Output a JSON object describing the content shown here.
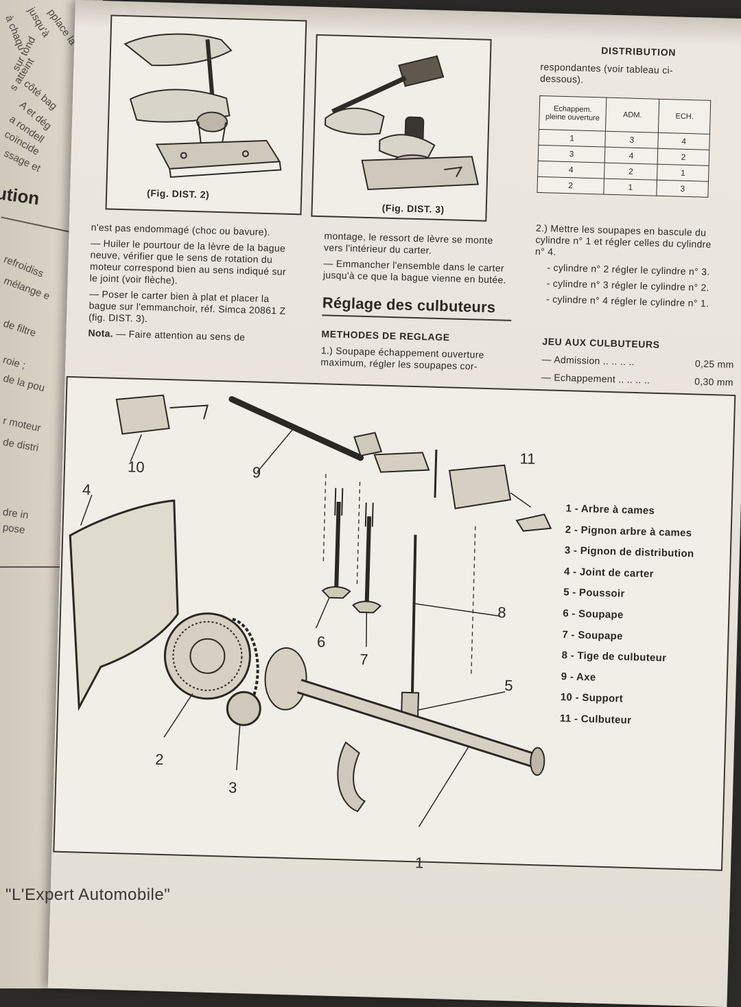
{
  "running_head": "DISTRIBUTION",
  "figures": {
    "fig2_caption": "(Fig. DIST. 2)",
    "fig3_caption": "(Fig. DIST. 3)"
  },
  "column1": {
    "p1": "n'est pas endommagé (choc ou bavure).",
    "p2": "— Huiler le pourtour de la lèvre de la bague neuve, vérifier que le sens de rotation du moteur correspond bien au sens indiqué sur le joint (voir flèche).",
    "p3": "— Poser le carter bien à plat et placer la bague sur l'emmanchoir, réf. Simca 20861 Z (fig. DIST. 3).",
    "nota_label": "Nota.",
    "nota_text": "— Faire attention au sens de"
  },
  "column2": {
    "p1": "montage, le ressort de lèvre se monte vers l'intérieur du carter.",
    "p2": "— Emmancher l'ensemble dans le carter jusqu'à ce que la bague vienne en butée.",
    "section_title": "Réglage des culbuteurs",
    "subhead": "METHODES DE REGLAGE",
    "p3": "1.) Soupape échappement ouverture maximum, régler les soupapes cor-"
  },
  "column3": {
    "intro": "respondantes (voir tableau ci-dessous).",
    "table": {
      "headers": [
        "Echappem. pleine ouverture",
        "ADM.",
        "ECH."
      ],
      "rows": [
        [
          "1",
          "3",
          "4"
        ],
        [
          "3",
          "4",
          "2"
        ],
        [
          "4",
          "2",
          "1"
        ],
        [
          "2",
          "1",
          "3"
        ]
      ]
    },
    "p2": "2.) Mettre les soupapes en bascule du cylindre n° 1 et régler celles du cylindre n° 4.",
    "items": [
      "- cylindre n° 2 régler le cylindre n° 3.",
      "- cylindre n° 3 régler le cylindre n° 2.",
      "- cylindre n° 4 régler le cylindre n° 1."
    ],
    "jeu_title": "JEU AUX CULBUTEURS",
    "jeu": [
      {
        "label": "— Admission .. .. .. ..",
        "value": "0,25 mm"
      },
      {
        "label": "— Echappement .. .. .. ..",
        "value": "0,30 mm"
      }
    ]
  },
  "legend": [
    "1 - Arbre à cames",
    "2 - Pignon arbre à cames",
    "3 - Pignon de distribution",
    "4 - Joint de carter",
    "5 - Poussoir",
    "6 - Soupape",
    "7 - Soupape",
    "8 - Tige de culbuteur",
    "9 - Axe",
    "10 - Support",
    "11 - Culbuteur"
  ],
  "callouts": [
    "1",
    "2",
    "3",
    "4",
    "5",
    "6",
    "7",
    "8",
    "9",
    "10",
    "11"
  ],
  "left_page": {
    "heading": "ution",
    "fragments": [
      "à chaqu",
      "jusqu'à",
      "pplace la",
      "sur tond",
      "s atteint",
      "côté bag",
      "A et dég",
      "a rondell",
      "coïncide",
      "ssage et",
      "refroidiss",
      "mélange e",
      "de filtre",
      "roie ;",
      "de la pou",
      "r moteur",
      "de distri",
      "dre in",
      "pose"
    ]
  },
  "footer": "\"L'Expert Automobile\""
}
